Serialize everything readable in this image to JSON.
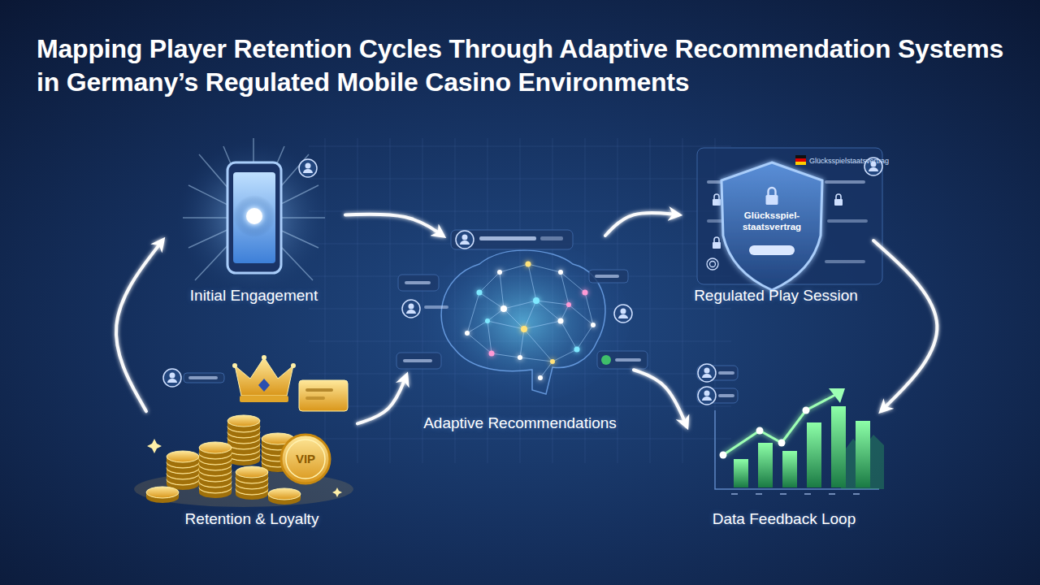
{
  "diagram": {
    "title": "Mapping Player Retention Cycles Through Adaptive Recommendation Systems in Germany’s Regulated Mobile Casino Environments",
    "nodes": [
      {
        "text": [
          "Initial Engagement"
        ]
      },
      {
        "text": [
          "Adaptive Recommendations"
        ]
      },
      {
        "text": [
          "Regulated Play Session"
        ]
      },
      {
        "text": [
          "Data Feedback Loop"
        ]
      },
      {
        "text": [
          "Retention & Loyalty"
        ]
      }
    ],
    "edges": [
      {
        "from": 0,
        "to": 1,
        "arrow": "to"
      },
      {
        "from": 1,
        "to": 2,
        "arrow": "to"
      },
      {
        "from": 2,
        "to": 3,
        "arrow": "to"
      },
      {
        "from": 1,
        "to": 3,
        "arrow": "to"
      },
      {
        "from": 4,
        "to": 1,
        "arrow": "to"
      },
      {
        "from": 4,
        "to": 0,
        "arrow": "to"
      }
    ],
    "labels": [
      "Glücksspielstaatsvertrag",
      "Glücksspiel- staatsvertrag",
      "VIP"
    ]
  }
}
